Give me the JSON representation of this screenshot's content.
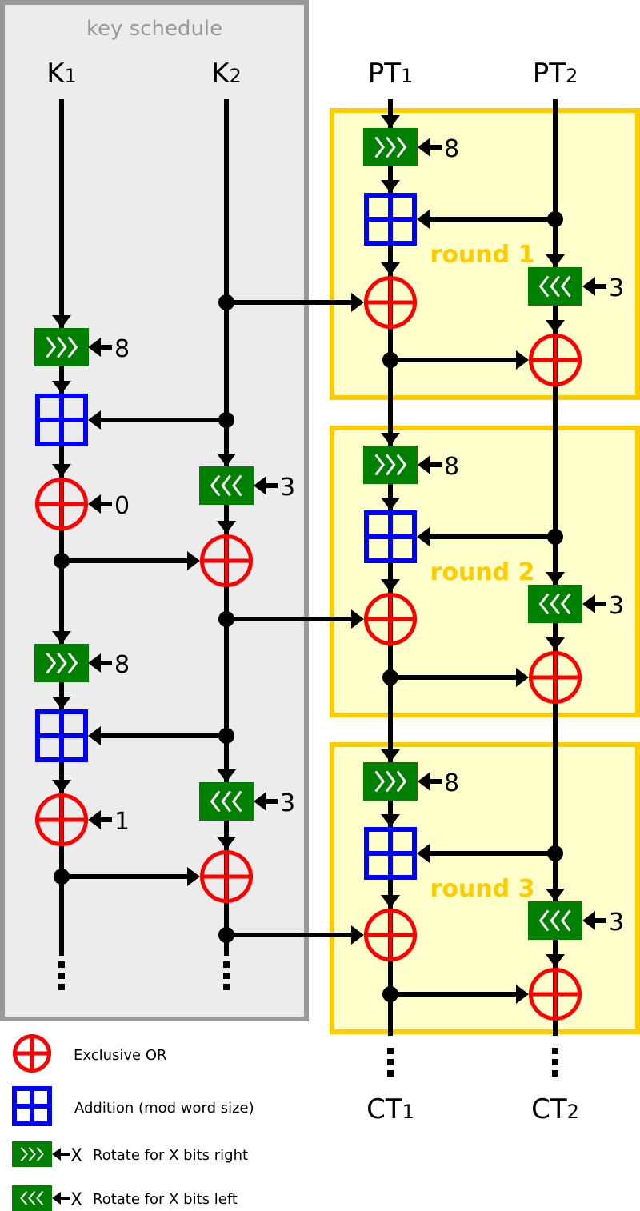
{
  "colors": {
    "xor": "#ff0000",
    "add": "#0000ff",
    "rot": "#008000",
    "wire": "#000000",
    "key_panel_fill": "#ececec",
    "key_panel_border": "#999999",
    "round_fill": "#ffffcc",
    "round_border": "#ffcc00",
    "round_label": "#ffcc00"
  },
  "key_schedule": {
    "title": "key schedule",
    "inputs": [
      {
        "base": "K",
        "sub": "1"
      },
      {
        "base": "K",
        "sub": "2"
      }
    ],
    "steps": [
      {
        "rot_right": "8",
        "xor_const": "0",
        "rot_left": "3"
      },
      {
        "rot_right": "8",
        "xor_const": "1",
        "rot_left": "3"
      }
    ]
  },
  "cipher": {
    "inputs": [
      {
        "base": "PT",
        "sub": "1"
      },
      {
        "base": "PT",
        "sub": "2"
      }
    ],
    "outputs": [
      {
        "base": "CT",
        "sub": "1"
      },
      {
        "base": "CT",
        "sub": "2"
      }
    ],
    "rounds": [
      {
        "label": "round 1",
        "rot_right": "8",
        "rot_left": "3"
      },
      {
        "label": "round 2",
        "rot_right": "8",
        "rot_left": "3"
      },
      {
        "label": "round 3",
        "rot_right": "8",
        "rot_left": "3"
      }
    ]
  },
  "symbols": {
    "rot_right_glyph": ">>>",
    "rot_left_glyph": "<<<"
  },
  "legend": [
    {
      "symbol": "xor",
      "label": "Exclusive OR"
    },
    {
      "symbol": "add",
      "label": "Addition (mod word size)"
    },
    {
      "symbol": "rot_right",
      "param": "X",
      "label": "Rotate for X bits right"
    },
    {
      "symbol": "rot_left",
      "param": "X",
      "label": "Rotate for X bits left"
    }
  ]
}
